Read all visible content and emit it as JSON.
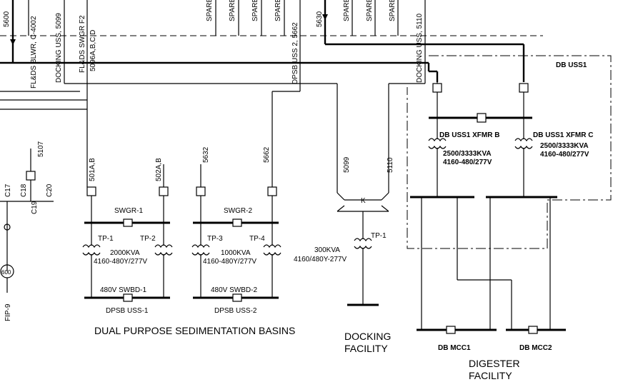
{
  "top_vertical_labels": {
    "c5600": "5600",
    "fl_ds_blwr": "FL&DS BLWR, C-4002",
    "docking_uss_5099": "DOCKING USS, 5099",
    "fl_ds_swgr_f2": "FL&DS SWGR F2",
    "c5096": "5096A,B,C,D",
    "dpsb_uss2_5662": "DPSB USS 2, 5662",
    "c5630": "5630",
    "docking_uss_5110": "DOCKING USS, 5110",
    "spare": "SPARE"
  },
  "left": {
    "c5107": "5107",
    "c17": "C17",
    "c18": "C18",
    "c19": "C19",
    "c20": "C20",
    "c600": "600",
    "fip9": "FIP-9"
  },
  "dpsb": {
    "feeder_501": "501A,B",
    "feeder_502": "502A,B",
    "feeder_5632": "5632",
    "feeder_5662": "5662",
    "swgr1": "SWGR-1",
    "swgr2": "SWGR-2",
    "tp1": "TP-1",
    "tp2": "TP-2",
    "tp3": "TP-3",
    "tp4": "TP-4",
    "kva1": "2000KVA",
    "kva2": "1000KVA",
    "volt1": "4160-480Y/277V",
    "volt2": "4160-480Y/277V",
    "swbd1": "480V SWBD-1",
    "swbd2": "480V SWBD-2",
    "uss1": "DPSB USS-1",
    "uss2": "DPSB USS-2",
    "caption": "DUAL PURPOSE SEDIMENTATION BASINS"
  },
  "docking": {
    "feeder_5099": "5099",
    "feeder_5110": "5110",
    "k_label": "K",
    "tp1": "TP-1",
    "kva": "300KVA",
    "volt": "4160/480Y-277V",
    "caption_line1": "DOCKING",
    "caption_line2": "FACILITY"
  },
  "digester": {
    "enclosure": "DB USS1",
    "xfmr_b": "DB USS1 XFMR B",
    "xfmr_c": "DB USS1 XFMR C",
    "kva_b": "2500/3333KVA",
    "volt_b": "4160-480/277V",
    "kva_c": "2500/3333KVA",
    "volt_c": "4160-480/277V",
    "mcc1": "DB MCC1",
    "mcc2": "DB MCC2",
    "caption_line1": "DIGESTER",
    "caption_line2": "FACILITY"
  }
}
